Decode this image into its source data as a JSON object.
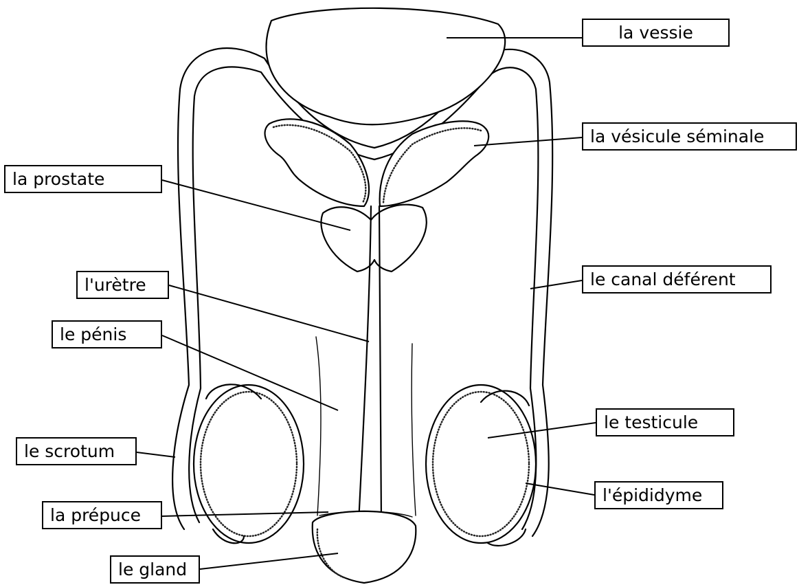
{
  "labels": {
    "vessie": "la vessie",
    "vesicule": "la vésicule séminale",
    "prostate": "la prostate",
    "canal": "le canal déférent",
    "uretre": "l'urètre",
    "penis": "le pénis",
    "testicule": "le testicule",
    "scrotum": "le scrotum",
    "epididyme": "l'épididyme",
    "prepuce": "la prépuce",
    "gland": "le gland"
  }
}
